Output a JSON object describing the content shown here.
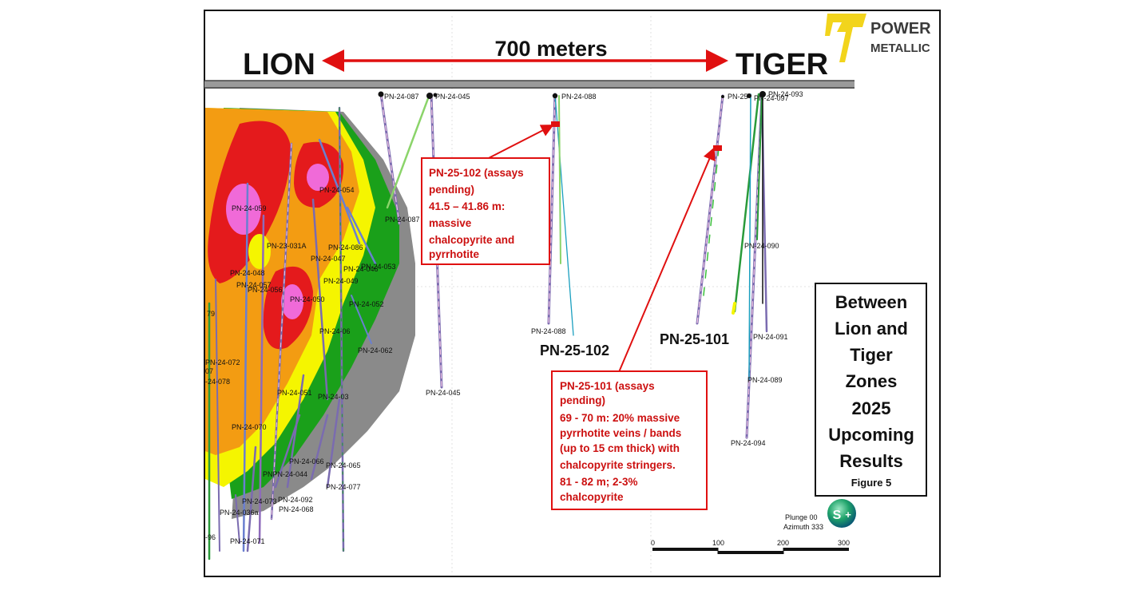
{
  "header": {
    "distance_label": "700 meters",
    "left_zone": "LION",
    "right_zone": "TIGER"
  },
  "logo": {
    "line1": "POWER",
    "line2": "METALLIC"
  },
  "holes": {
    "pn_24_087_top": "PN-24-087",
    "pn_24_045_top": "PN-24-045",
    "pn_24_088_top": "PN-24-088",
    "pn_24_088_bottom": "PN-24-088",
    "pn_24_045_bottom": "PN-24-045",
    "pn_24_087_mid": "PN-24-087",
    "pn_24_090": "PN-24-090",
    "pn_24_091": "PN-24-091",
    "pn_24_089": "PN-24-089",
    "pn_24_094": "PN-24-094",
    "pn_24_093_top": "PN-24-093",
    "pn_24_097_top": "PN-24-097",
    "pn_25_top": "PN-25",
    "pn_24_054": "PN-24-054",
    "pn_24_059": "PN-24-059",
    "pn_23_031a": "PN-23-031A",
    "pn_24_086": "PN-24-086",
    "pn_24_047": "PN-24-047",
    "pn_24_053": "PN-24-053",
    "pn_24_046": "PN-24-046",
    "pn_24_048": "PN-24-048",
    "pn_24_057": "PN-24-057",
    "pn_24_056": "PN-24-056",
    "pn_24_049": "PN-24-049",
    "pn_24_050": "PN-24-050",
    "pn_24_052": "PN-24-052",
    "pn_24_079": "79",
    "pn_24_060": "PN-24-06",
    "pn_24_062": "PN-24-062",
    "pn_24_072": "PN-24-072",
    "pn_24_07x": "07",
    "pn_24_078": "-24-078",
    "pn_24_051": "PN-24-051",
    "pn_24_033": "PN-24-03",
    "pn_24_070": "PN-24-070",
    "pn_24_066": "PN-24-066",
    "pn_24_065": "PN-24-065",
    "pn_24_064": "PNPN-24-044",
    "pn_24_077": "PN-24-077",
    "pn_24_073": "PN-24-073",
    "pn_24_092": "PN-24-092",
    "pn_24_068": "PN-24-068",
    "pn_24_036a": "PN-24-036a",
    "pn_24_096": "-96",
    "pn_24_071": "PN-24-071"
  },
  "featured_holes": {
    "pn_25_102": "PN-25-102",
    "pn_25_101": "PN-25-101"
  },
  "callouts": {
    "pn_25_102": [
      "PN-25-102 (assays",
      "pending)",
      "41.5 – 41.86 m:",
      "massive",
      "chalcopyrite and",
      "pyrrhotite"
    ],
    "pn_25_101": [
      "PN-25-101 (assays",
      "pending)",
      "69 - 70 m: 20% massive",
      "pyrrhotite veins / bands",
      "(up to 15 cm thick) with",
      "chalcopyrite stringers.",
      "81 - 82 m; 2-3%",
      "chalcopyrite"
    ]
  },
  "title_box": {
    "lines": [
      "Between",
      "Lion and",
      "Tiger",
      "Zones",
      "2025",
      "Upcoming",
      "Results"
    ],
    "figure": "Figure 5"
  },
  "orientation": {
    "plunge": "Plunge 00",
    "azimuth": "Azimuth 333",
    "icon_letters": "S"
  },
  "scale_bar": {
    "ticks": [
      "0",
      "100",
      "200",
      "300"
    ]
  },
  "colors": {
    "callout_red": "#cc1010",
    "arrow_red": "#e01010",
    "zone_red": "#e41a1c",
    "zone_orange": "#f39c12",
    "zone_yellow": "#f5f500",
    "zone_green": "#1aa01a",
    "zone_grey": "#8a8a8a",
    "zone_pink": "#f06ad8",
    "logo_yellow": "#f2d41c"
  }
}
